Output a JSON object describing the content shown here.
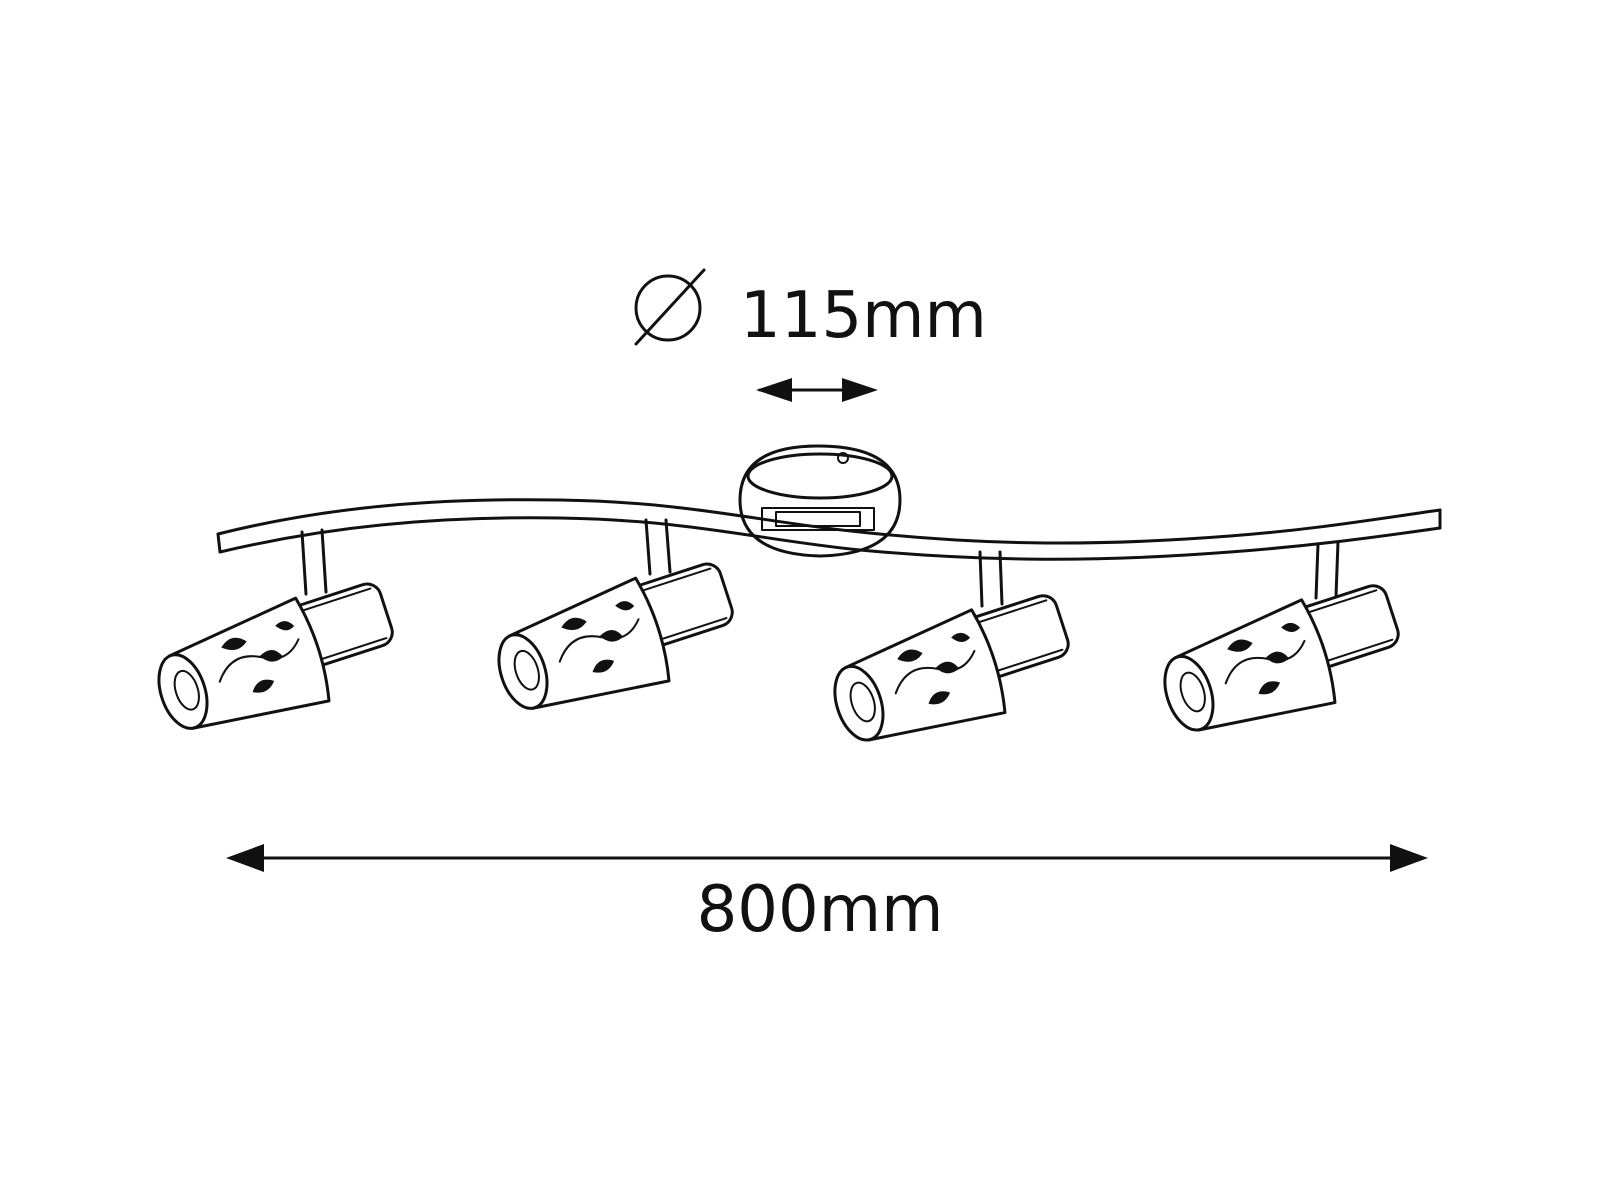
{
  "dimensions": {
    "diameter_symbol": "diameter-symbol-icon",
    "diameter_text": "115mm",
    "length_text": "800mm"
  },
  "fixture": {
    "spotlight_count": 4
  },
  "colors": {
    "ink": "#111111",
    "background": "#ffffff"
  }
}
